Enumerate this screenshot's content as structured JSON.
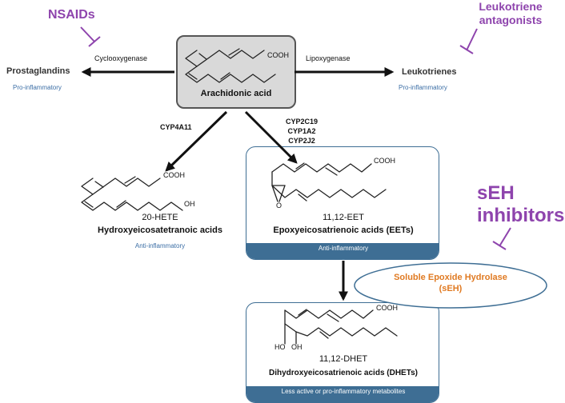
{
  "inhibitors": {
    "nsaids": "NSAIDs",
    "leukotriene_1": "Leukotriene",
    "leukotriene_2": "antagonists",
    "seh_1": "sEH",
    "seh_2": "inhibitors"
  },
  "center": {
    "compound": "Arachidonic acid",
    "cooh": "COOH"
  },
  "left_branch": {
    "enzyme": "Cyclooxygenase",
    "product": "Prostaglandins",
    "effect": "Pro-inflammatory"
  },
  "right_branch": {
    "enzyme": "Lipoxygenase",
    "product": "Leukotrienes",
    "effect": "Pro-inflammatory"
  },
  "cyp_left": {
    "enzyme": "CYP4A11",
    "cooh": "COOH",
    "oh": "OH",
    "compound": "20-HETE",
    "class": "Hydroxyeicosatetranoic acids",
    "effect": "Anti-inflammatory"
  },
  "cyp_right": {
    "enzyme_1": "CYP2C19",
    "enzyme_2": "CYP1A2",
    "enzyme_3": "CYP2J2",
    "cooh": "COOH",
    "epoxide_o": "O",
    "compound": "11,12-EET",
    "class": "Epoxyeicosatrienoic acids (EETs)",
    "effect": "Anti-inflammatory"
  },
  "hydrolase": {
    "line_1": "Soluble Epoxide Hydrolase",
    "line_2": "(sEH)"
  },
  "dhet": {
    "cooh": "COOH",
    "ho": "HO",
    "oh": "OH",
    "compound": "11,12-DHET",
    "class": "Dihydroxyeicosatrienoic acids (DHETs)",
    "effect": "Less active or pro-inflammatory metabolites"
  },
  "colors": {
    "inhibitor": "#8e44ad",
    "effect_text": "#3b6ea5",
    "banner": "#3e6e94",
    "hydrolase": "#e07a22",
    "center_box": "#d9d9d9"
  }
}
